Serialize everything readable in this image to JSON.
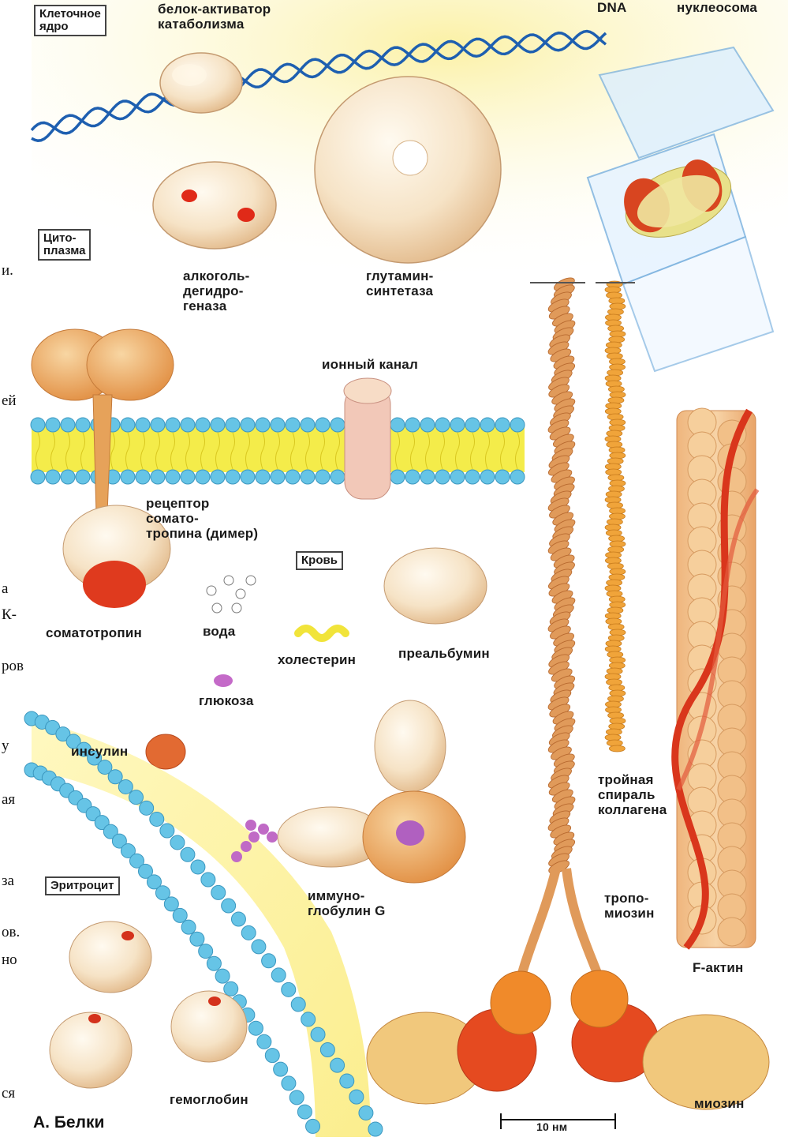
{
  "figure": {
    "title": "А. Белки",
    "regions": {
      "nucleus": "Клеточное\nядро",
      "cytoplasm": "Цито-\nплазма",
      "blood": "Кровь",
      "erythrocyte": "Эритроцит"
    },
    "labels": {
      "catabolism_activator": "белок-активатор\nкатаболизма",
      "dna": "DNA",
      "nucleosome": "нуклеосома",
      "alcohol_dehydrogenase": "алкоголь-\nдегидро-\nгеназа",
      "glutamine_synthetase": "глутамин-\nсинтетаза",
      "ion_channel": "ионный канал",
      "somatotropin_receptor": "рецептор\nсомато-\nтропина (димер)",
      "somatotropin": "соматотропин",
      "water": "вода",
      "cholesterol": "холестерин",
      "prealbumin": "преальбумин",
      "glucose": "глюкоза",
      "insulin": "инсулин",
      "immunoglobulin": "иммуно-\nглобулин G",
      "collagen": "тройная\nспираль\nколлагена",
      "tropomyosin": "тропо-\nмиозин",
      "f_actin": "F-актин",
      "hemoglobin": "гемоглобин",
      "myosin": "миозин",
      "scale_bar": "10 нм"
    },
    "margin_fragments": [
      "и.",
      "ей",
      "а",
      "К-",
      "ров",
      "у",
      "ая",
      "за",
      "ов.",
      "но",
      "ся"
    ],
    "colors": {
      "dna_strand": "#1e5fb0",
      "membrane_head": "#66c4e6",
      "membrane_tail": "#f2ea3a",
      "protein_light": "#f6e3c6",
      "protein_orange": "#e89a52",
      "protein_red": "#d93a1c",
      "glucose": "#b05ab8",
      "nucleus_bg": "#fdf6c8"
    }
  }
}
